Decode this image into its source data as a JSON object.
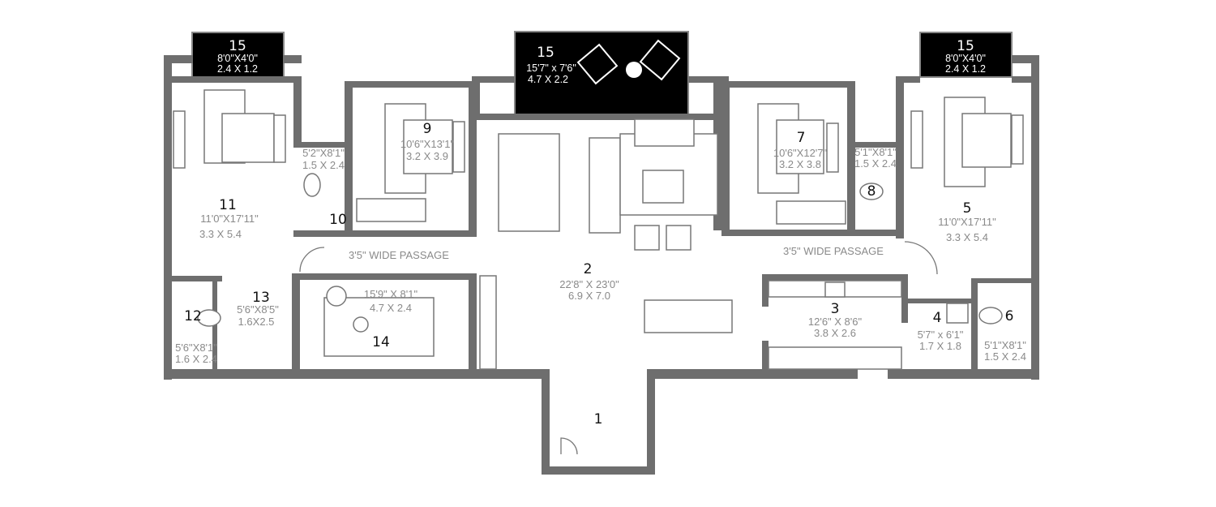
{
  "rooms": {
    "r1": {
      "number": "1"
    },
    "r2": {
      "number": "2",
      "dim_ft": "22'8\" X 23'0\"",
      "dim_m": "6.9 X 7.0"
    },
    "r3": {
      "number": "3",
      "dim_ft": "12'6\" X 8'6\"",
      "dim_m": "3.8 X 2.6"
    },
    "r4": {
      "number": "4",
      "dim_ft": "5'7\" x 6'1\"",
      "dim_m": "1.7 X 1.8"
    },
    "r5": {
      "number": "5",
      "dim_ft": "11'0\"X17'11\"",
      "dim_m": "3.3 X 5.4"
    },
    "r6": {
      "number": "6",
      "dim_ft": "5'1\"X8'1\"",
      "dim_m": "1.5 X 2.4"
    },
    "r7": {
      "number": "7",
      "dim_ft": "10'6\"X12'7\"",
      "dim_m": "3.2 X 3.8"
    },
    "r8": {
      "number": "8",
      "dim_ft": "5'1\"X8'1\"",
      "dim_m": "1.5 X 2.4"
    },
    "r9": {
      "number": "9",
      "dim_ft": "10'6\"X13'1\"",
      "dim_m": "3.2 X 3.9"
    },
    "r10": {
      "number": "10",
      "dim_ft": "5'2\"X8'1\"",
      "dim_m": "1.5 X 2.4"
    },
    "r11": {
      "number": "11",
      "dim_ft": "11'0\"X17'11\"",
      "dim_m": "3.3 X 5.4"
    },
    "r12": {
      "number": "12",
      "dim_ft": "5'6\"X8'1\"",
      "dim_m": "1.6 X 2.4"
    },
    "r13": {
      "number": "13",
      "dim_ft": "5'6\"X8'5\"",
      "dim_m": "1.6X2.5"
    },
    "r14": {
      "number": "14",
      "dim_ft": "15'9\" X 8'1\"",
      "dim_m": "4.7 X 2.4"
    }
  },
  "balconies": {
    "left": {
      "number": "15",
      "dim_ft": "8'0\"X4'0\"",
      "dim_m": "2.4 X 1.2"
    },
    "center": {
      "number": "15",
      "dim_ft": "15'7\" x 7'6\"",
      "dim_m": "4.7 X 2.2"
    },
    "right": {
      "number": "15",
      "dim_ft": "8'0\"X4'0\"",
      "dim_m": "2.4 X 1.2"
    }
  },
  "passages": {
    "left": "3'5\" WIDE PASSAGE",
    "right": "3'5\" WIDE PASSAGE"
  },
  "colors": {
    "wall": "#6e6e6e",
    "balcony": "#000000",
    "dimension_text": "#8a8a8a"
  }
}
